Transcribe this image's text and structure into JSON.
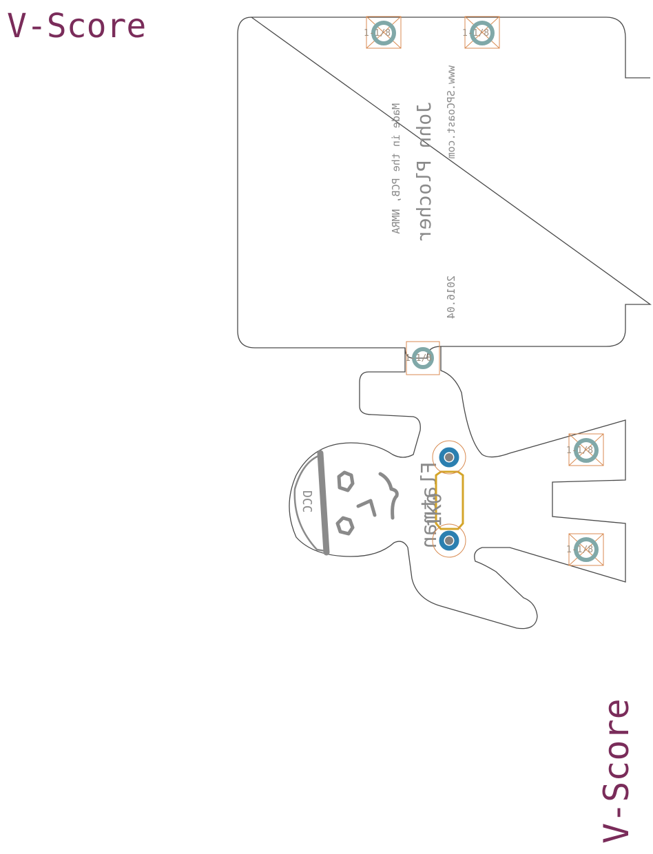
{
  "labels": {
    "vscore_top": "V-Score",
    "vscore_bottom": "V-Score",
    "author": "John Plocher",
    "website": "www.SPCoast.com",
    "made_in": "Made in the PCB, NMRA",
    "date": "2016.04",
    "helmet": "DCC",
    "name": "Flatman",
    "resistor": "1K0",
    "pad_label": "1-1/8"
  },
  "colors": {
    "board_outline": "#4a4a4a",
    "silkscreen": "#8a8a8a",
    "vscore": "#7a2c5a",
    "pad_copper": "#80a8a8",
    "via_copper": "#2b7fb0",
    "component_outline": "#d4a52a",
    "pad_box": "#d88a50"
  }
}
